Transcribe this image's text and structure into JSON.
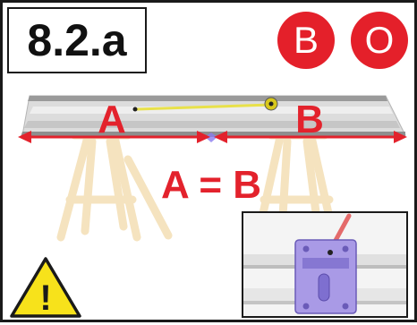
{
  "step": {
    "label": "8.2.a"
  },
  "badges": [
    {
      "letter": "B",
      "color": "#e4202a"
    },
    {
      "letter": "O",
      "color": "#e4202a"
    }
  ],
  "diagram": {
    "segment_a": "A",
    "segment_b": "B",
    "equation": "A = B",
    "accent_color": "#e3222c"
  },
  "warning": {
    "icon": "warning-icon",
    "symbol": "!"
  },
  "inset": {
    "icon": "hinge-bracket-detail"
  }
}
